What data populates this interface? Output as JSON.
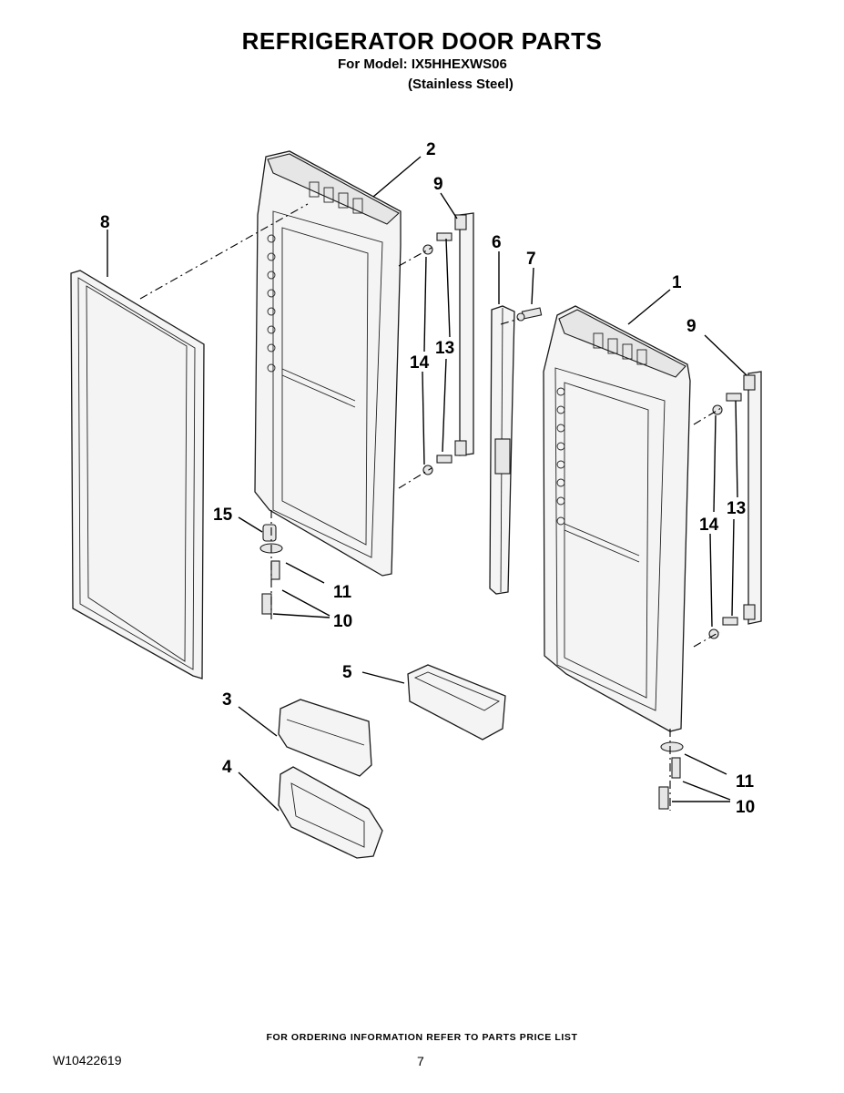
{
  "header": {
    "title": "REFRIGERATOR DOOR PARTS",
    "model_line": "For Model: IX5HHEXWS06",
    "finish_line": "(Stainless Steel)"
  },
  "callouts": {
    "c1": "1",
    "c2": "2",
    "c3": "3",
    "c4": "4",
    "c5": "5",
    "c6": "6",
    "c7": "7",
    "c8": "8",
    "c9a": "9",
    "c9b": "9",
    "c10a": "10",
    "c10b": "10",
    "c11a": "11",
    "c11b": "11",
    "c13a": "13",
    "c13b": "13",
    "c14a": "14",
    "c14b": "14",
    "c15": "15"
  },
  "footer": {
    "ordering_note": "FOR ORDERING INFORMATION REFER TO PARTS PRICE LIST",
    "document_number": "W10422619",
    "page_number": "7"
  }
}
